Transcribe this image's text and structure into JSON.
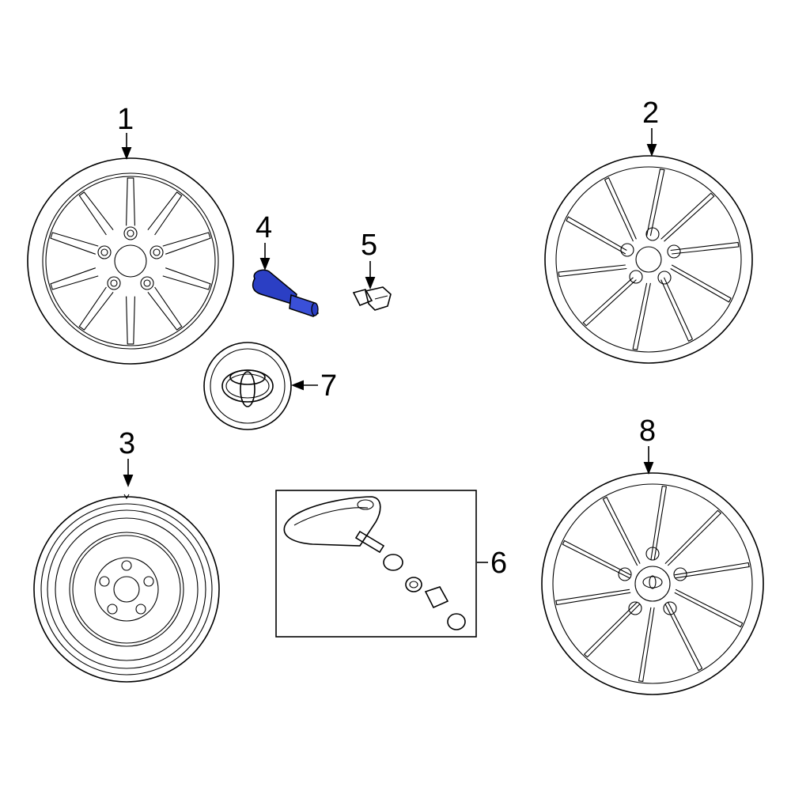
{
  "diagram": {
    "callouts": [
      {
        "id": "1",
        "part": "wheel-alloy-a"
      },
      {
        "id": "2",
        "part": "wheel-alloy-b"
      },
      {
        "id": "3",
        "part": "spare-wheel"
      },
      {
        "id": "4",
        "part": "valve-stem"
      },
      {
        "id": "5",
        "part": "lug-bolt"
      },
      {
        "id": "6",
        "part": "tpms-sensor-kit"
      },
      {
        "id": "7",
        "part": "center-cap"
      },
      {
        "id": "8",
        "part": "wheel-alloy-c"
      }
    ],
    "highlight_color": "#2b3fc4",
    "line_color": "#000000"
  }
}
